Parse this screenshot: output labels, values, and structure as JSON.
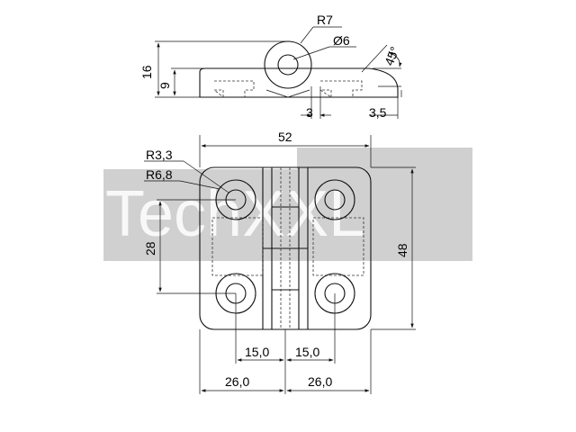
{
  "watermark": {
    "text": "TechXXL",
    "background": "#d0d0d0"
  },
  "top_view": {
    "dims": {
      "height_total": "16",
      "height_plate": "9",
      "radius_knuckle": "R7",
      "bore_diameter": "Ø6",
      "chamfer_angle": "45°",
      "gap_small": "3",
      "chamfer_offset": "3,5"
    }
  },
  "front_view": {
    "dims": {
      "width_total": "52",
      "height_total": "48",
      "hole_spacing_vertical": "28",
      "radius_hole": "R3,3",
      "radius_counterbore": "R6,8",
      "hole_offset_left": "15,0",
      "hole_offset_right": "15,0",
      "half_width_left": "26,0",
      "half_width_right": "26,0"
    }
  },
  "colors": {
    "line": "#111111",
    "watermark_band": "#d0d0d0"
  }
}
